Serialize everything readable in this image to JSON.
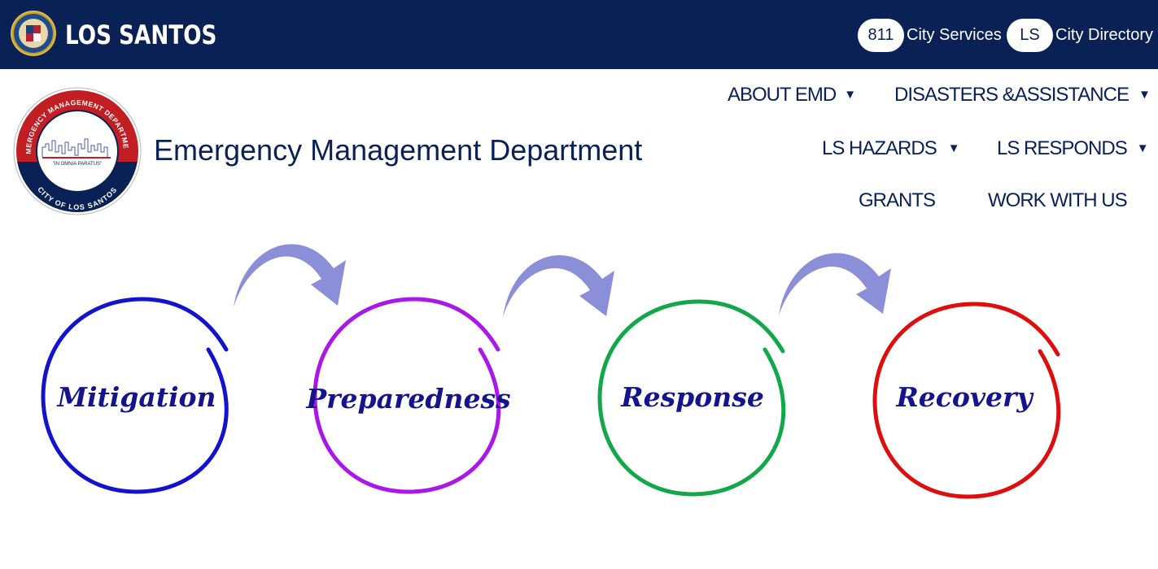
{
  "topbar": {
    "site_name": "LOS SANTOS",
    "badge_311": "811",
    "city_services": "City Services",
    "badge_ls": "LS",
    "city_directory": "City Directory"
  },
  "header": {
    "department_title": "Emergency Management Department",
    "logo_text": {
      "top_arc": "EMERGENCY MANAGEMENT DEPARTMENT",
      "motto": "\"IN OMNIA PARATUS\"",
      "bottom_arc": "CITY OF LOS SANTOS"
    }
  },
  "nav": {
    "items": [
      {
        "label": "ABOUT EMD",
        "has_dropdown": true
      },
      {
        "label": "DISASTERS &ASSISTANCE",
        "has_dropdown": true
      },
      {
        "label": "LS HAZARDS",
        "has_dropdown": true
      },
      {
        "label": "LS RESPONDS",
        "has_dropdown": true
      },
      {
        "label": "GRANTS",
        "has_dropdown": false
      },
      {
        "label": "WORK WITH US",
        "has_dropdown": false
      }
    ],
    "caret_glyph": "▼"
  },
  "cycle": {
    "phases": [
      {
        "label": "Mitigation",
        "color": "#1313cc"
      },
      {
        "label": "Preparedness",
        "color": "#a918e6"
      },
      {
        "label": "Response",
        "color": "#12a84a"
      },
      {
        "label": "Recovery",
        "color": "#dd0e0e"
      }
    ],
    "arrow_color": "#8a8fd8",
    "label_color": "#14148c"
  },
  "colors": {
    "navy": "#0a2156",
    "white": "#ffffff",
    "logo_red": "#c21f24"
  }
}
